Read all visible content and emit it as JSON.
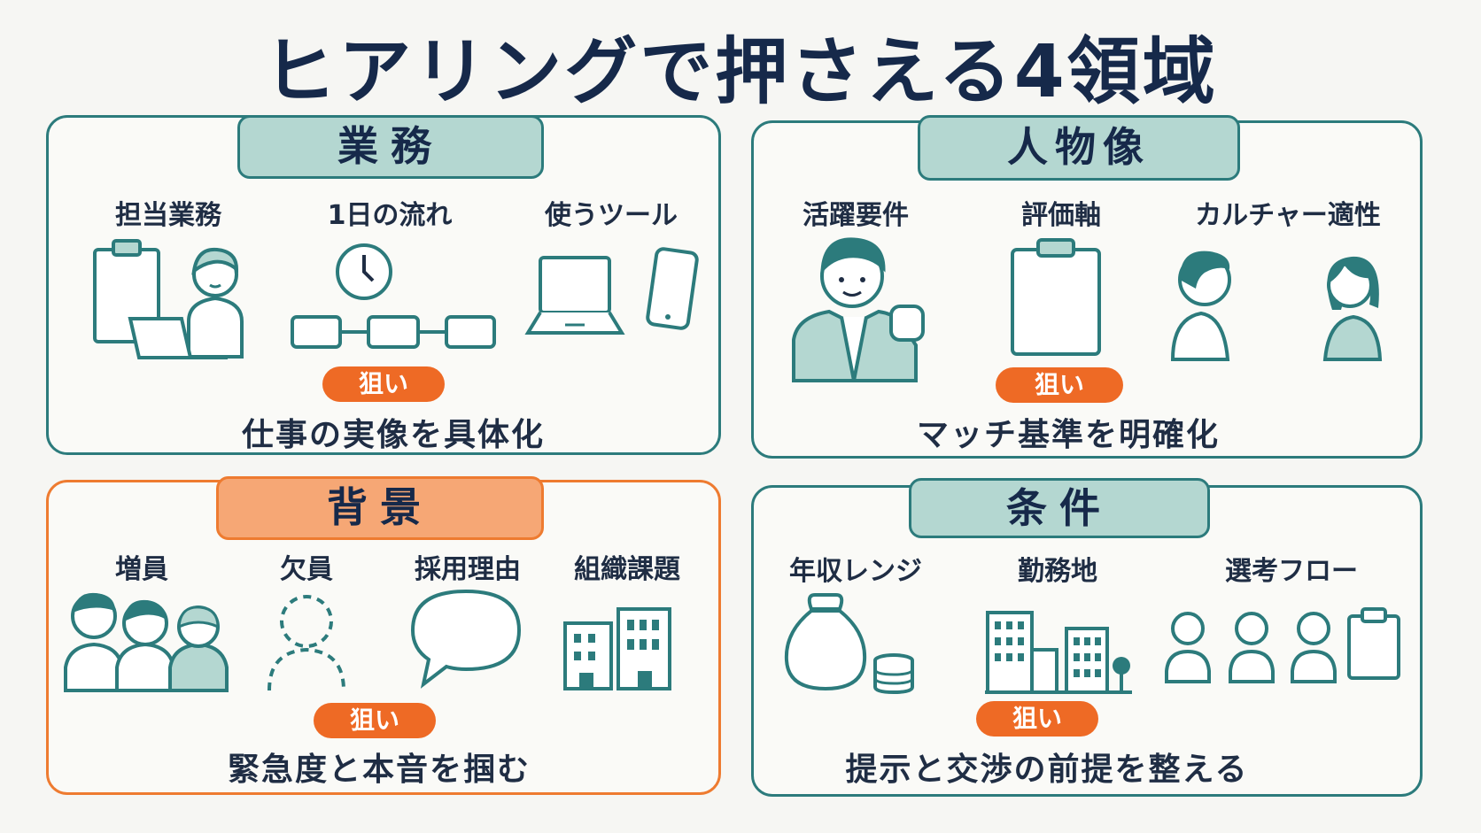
{
  "title": "ヒアリングで押さえる4領域",
  "goal_tag": "狙い",
  "colors": {
    "teal": "#2c7b7c",
    "teal_fill": "#b4d7d1",
    "orange": "#ee7b30",
    "orange_fill": "#f6a775",
    "pill": "#ee6a25",
    "navy": "#16294a"
  },
  "cards": [
    {
      "heading": "業務",
      "items": [
        "担当業務",
        "1日の流れ",
        "使うツール"
      ],
      "icons": [
        "clipboard-icon",
        "person-laptop-icon",
        "clock-icon",
        "flow-boxes-icon",
        "laptop-icon",
        "smartphone-icon"
      ],
      "goal": "仕事の実像を具体化"
    },
    {
      "heading": "人物像",
      "items": [
        "活躍要件",
        "評価軸",
        "カルチャー適性"
      ],
      "icons": [
        "businessman-icon",
        "clipboard-icon",
        "man-profile-icon",
        "woman-profile-icon"
      ],
      "goal": "マッチ基準を明確化"
    },
    {
      "heading": "背景",
      "items": [
        "増員",
        "欠員",
        "採用理由",
        "組織課題"
      ],
      "icons": [
        "group-people-icon",
        "vacant-person-icon",
        "speech-bubble-icon",
        "office-buildings-icon"
      ],
      "goal": "緊急度と本音を掴む"
    },
    {
      "heading": "条件",
      "items": [
        "年収レンジ",
        "勤務地",
        "選考フロー"
      ],
      "icons": [
        "money-bag-icon",
        "coin-stack-icon",
        "city-buildings-icon",
        "candidates-icon",
        "clipboard-icon"
      ],
      "goal": "提示と交渉の前提を整える"
    }
  ]
}
